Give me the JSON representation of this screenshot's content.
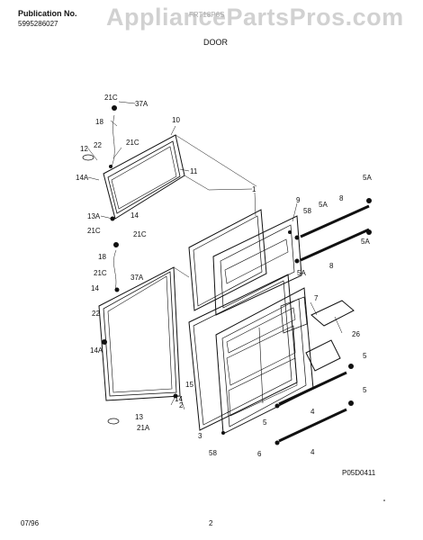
{
  "header": {
    "publication_label": "Publication No.",
    "publication_number": "5995286027",
    "model": "FRT18P6S",
    "watermark": "AppliancePartsPros.com",
    "section_title": "DOOR"
  },
  "diagram": {
    "callouts": [
      "21C",
      "37A",
      "10",
      "18",
      "21C",
      "22",
      "12",
      "11",
      "14A",
      "13A",
      "14",
      "21C",
      "21C",
      "18",
      "37A",
      "21C",
      "14",
      "22",
      "14A",
      "15",
      "14",
      "13",
      "21A",
      "1",
      "9",
      "58",
      "5A",
      "8",
      "5A",
      "5A",
      "5A",
      "8",
      "7",
      "26",
      "5",
      "2",
      "3",
      "4",
      "5",
      "5",
      "4",
      "6",
      "58"
    ],
    "drawing_code": "P05D0411"
  },
  "footer": {
    "date": "07/96",
    "page": "2"
  }
}
